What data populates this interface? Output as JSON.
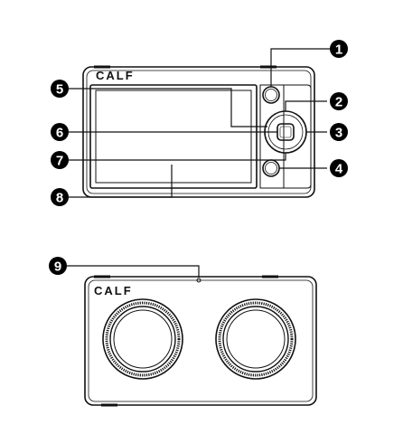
{
  "brand": {
    "front_logo": "CALF",
    "back_logo": "CALF"
  },
  "callouts": [
    "1",
    "2",
    "3",
    "4",
    "5",
    "6",
    "7",
    "8",
    "9"
  ],
  "colors": {
    "line": "#111111",
    "callout_fill": "#000000",
    "callout_text": "#ffffff",
    "background": "#ffffff"
  }
}
